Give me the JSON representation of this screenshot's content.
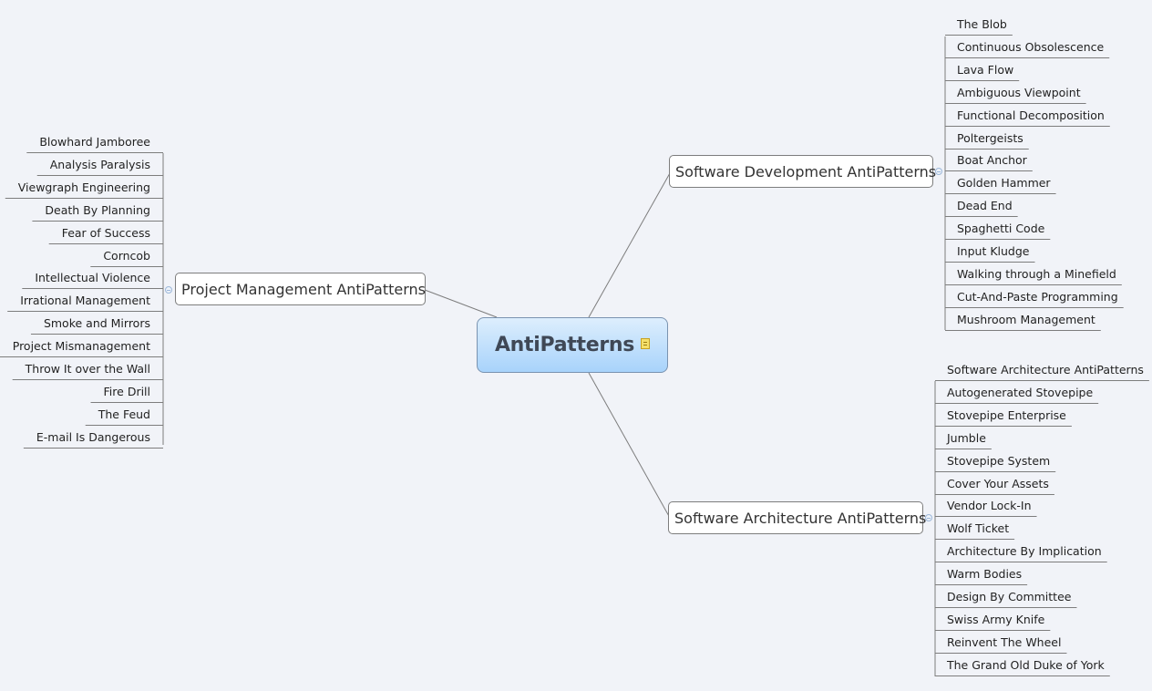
{
  "central": {
    "label": "AntiPatterns",
    "icon": "note-icon"
  },
  "branches": {
    "project_management": {
      "label": "Project Management AntiPatterns",
      "items": [
        "Blowhard Jamboree",
        "Analysis Paralysis",
        "Viewgraph Engineering",
        "Death By Planning",
        "Fear of Success",
        "Corncob",
        "Intellectual Violence",
        "Irrational Management",
        "Smoke and Mirrors",
        "Project Mismanagement",
        "Throw It over the Wall",
        "Fire Drill",
        "The Feud",
        "E-mail Is Dangerous"
      ]
    },
    "software_development": {
      "label": "Software Development AntiPatterns",
      "items": [
        "The Blob",
        "Continuous Obsolescence",
        "Lava Flow",
        "Ambiguous Viewpoint",
        "Functional Decomposition",
        "Poltergeists",
        "Boat Anchor",
        "Golden Hammer",
        "Dead End",
        "Spaghetti Code",
        "Input Kludge",
        "Walking through a Minefield",
        "Cut-And-Paste Programming",
        "Mushroom Management"
      ]
    },
    "software_architecture": {
      "label": "Software Architecture AntiPatterns",
      "items": [
        "Software Architecture AntiPatterns",
        "Autogenerated Stovepipe",
        "Stovepipe Enterprise",
        "Jumble",
        "Stovepipe System",
        "Cover Your Assets",
        "Vendor Lock-In",
        "Wolf Ticket",
        "Architecture By Implication",
        "Warm Bodies",
        "Design By Committee",
        "Swiss Army Knife",
        "Reinvent The Wheel",
        "The Grand Old Duke of York"
      ]
    },
    "colors": {
      "central_top": "#ddeefd",
      "central_bottom": "#a8d3fb",
      "line": "#7d7d7d",
      "background": "#f1f3f8"
    }
  }
}
